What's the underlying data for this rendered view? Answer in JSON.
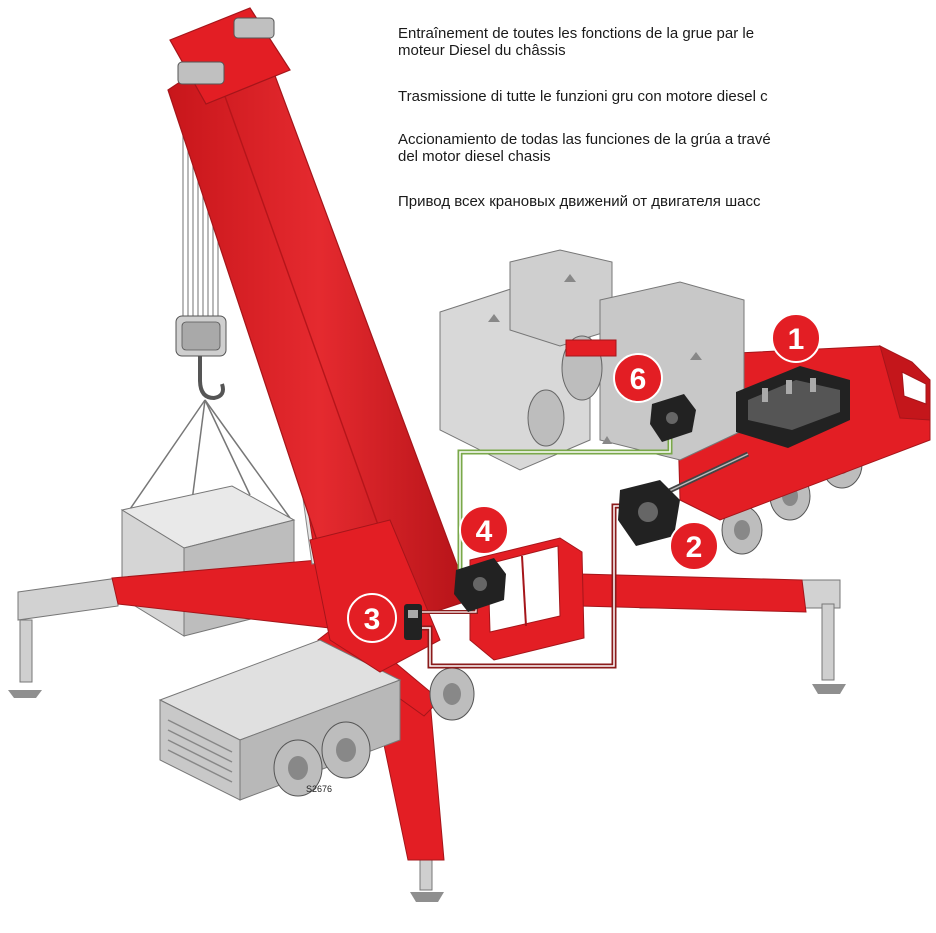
{
  "captions": [
    {
      "id": "fr",
      "lines": [
        "Entraînement de toutes les fonctions de la grue par le",
        "moteur Diesel du châssis"
      ]
    },
    {
      "id": "it",
      "lines": [
        "Trasmissione di tutte le funzioni gru con motore diesel c"
      ]
    },
    {
      "id": "es",
      "lines": [
        "Accionamiento de todas las funciones de la grúa a travé",
        "del motor diesel chasis"
      ]
    },
    {
      "id": "ru",
      "lines": [
        "Привод всех крановых движений от двигателя шасс"
      ]
    }
  ],
  "callouts": [
    "1",
    "2",
    "3",
    "4",
    "6"
  ],
  "reference_code": "S2676",
  "colors": {
    "crane_red": "#e31e24",
    "dark_red": "#a5151a",
    "machine_grey": "#cfcfcf",
    "grey_dark": "#9a9a9a",
    "line_green": "#7aa84a",
    "line_red": "#8b1b1b",
    "component_black": "#222222"
  }
}
